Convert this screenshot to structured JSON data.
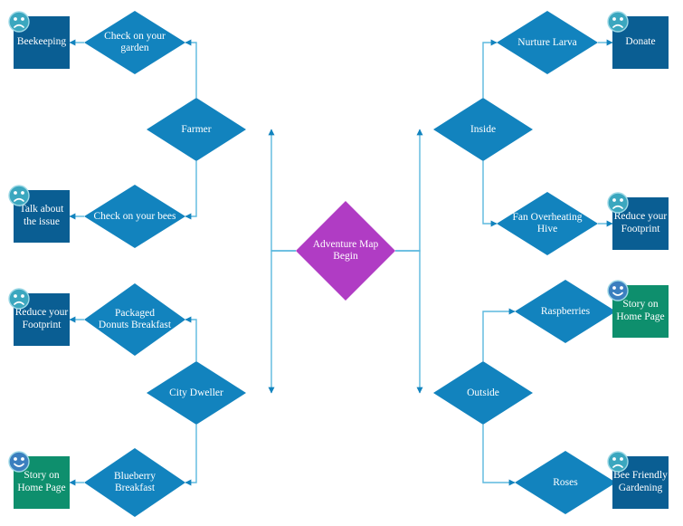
{
  "diagram": {
    "title": "Adventure Map Begin",
    "type": "flowchart",
    "colors": {
      "start_node": "#B03CC4",
      "decision_node": "#1283BE",
      "terminal_negative": "#0A5E93",
      "terminal_positive": "#0E8F6D",
      "connector": "#5BB8DE",
      "node_text": "#FFFFFF",
      "face_icon": "#3BA7BF",
      "background": "#FFFFFF"
    },
    "icons": {
      "negative": "sad-face-icon",
      "positive": "happy-face-icon"
    }
  },
  "nodes": {
    "start": {
      "id": "start",
      "label": "Adventure Map Begin",
      "shape": "diamond",
      "color": "#B03CC4"
    },
    "farmer": {
      "id": "farmer",
      "label": "Farmer",
      "shape": "diamond",
      "color": "#1283BE"
    },
    "city_dweller": {
      "id": "city_dweller",
      "label": "City Dweller",
      "shape": "diamond",
      "color": "#1283BE"
    },
    "inside": {
      "id": "inside",
      "label": "Inside",
      "shape": "diamond",
      "color": "#1283BE"
    },
    "outside": {
      "id": "outside",
      "label": "Outside",
      "shape": "diamond",
      "color": "#1283BE"
    },
    "check_garden": {
      "id": "check_garden",
      "label": "Check on your garden",
      "shape": "diamond",
      "color": "#1283BE"
    },
    "check_bees": {
      "id": "check_bees",
      "label": "Check on your bees",
      "shape": "diamond",
      "color": "#1283BE"
    },
    "donuts": {
      "id": "donuts",
      "label": "Packaged\nDonuts Breakfast",
      "shape": "diamond",
      "color": "#1283BE"
    },
    "blueberry": {
      "id": "blueberry",
      "label": "Blueberry\nBreakfast",
      "shape": "diamond",
      "color": "#1283BE"
    },
    "nurture": {
      "id": "nurture",
      "label": "Nurture Larva",
      "shape": "diamond",
      "color": "#1283BE"
    },
    "fan_hive": {
      "id": "fan_hive",
      "label": "Fan Overheating Hive",
      "shape": "diamond",
      "color": "#1283BE"
    },
    "raspberries": {
      "id": "raspberries",
      "label": "Raspberries",
      "shape": "diamond",
      "color": "#1283BE"
    },
    "roses": {
      "id": "roses",
      "label": "Roses",
      "shape": "diamond",
      "color": "#1283BE"
    },
    "beekeeping": {
      "id": "beekeeping",
      "label": "Beekeeping",
      "shape": "rect",
      "variant": "blue",
      "icon": "sad-face-icon"
    },
    "talk_issue": {
      "id": "talk_issue",
      "label": "Talk about\nthe issue",
      "shape": "rect",
      "variant": "blue",
      "icon": "sad-face-icon"
    },
    "reduce_left": {
      "id": "reduce_left",
      "label": "Reduce your\nFootprint",
      "shape": "rect",
      "variant": "blue",
      "icon": "sad-face-icon"
    },
    "story_left": {
      "id": "story_left",
      "label": "Story on\nHome Page",
      "shape": "rect",
      "variant": "green",
      "icon": "happy-face-icon"
    },
    "donate": {
      "id": "donate",
      "label": "Donate",
      "shape": "rect",
      "variant": "blue",
      "icon": "sad-face-icon"
    },
    "reduce_right": {
      "id": "reduce_right",
      "label": "Reduce your\nFootprint",
      "shape": "rect",
      "variant": "blue",
      "icon": "sad-face-icon"
    },
    "story_right": {
      "id": "story_right",
      "label": "Story on\nHome Page",
      "shape": "rect",
      "variant": "green",
      "icon": "happy-face-icon"
    },
    "bee_gardening": {
      "id": "bee_gardening",
      "label": "Bee Friendly\nGardening",
      "shape": "rect",
      "variant": "blue",
      "icon": "sad-face-icon"
    }
  },
  "edges": [
    {
      "from": "start",
      "to": "farmer"
    },
    {
      "from": "start",
      "to": "city_dweller"
    },
    {
      "from": "start",
      "to": "inside"
    },
    {
      "from": "start",
      "to": "outside"
    },
    {
      "from": "farmer",
      "to": "check_garden"
    },
    {
      "from": "farmer",
      "to": "check_bees"
    },
    {
      "from": "city_dweller",
      "to": "donuts"
    },
    {
      "from": "city_dweller",
      "to": "blueberry"
    },
    {
      "from": "inside",
      "to": "nurture"
    },
    {
      "from": "inside",
      "to": "fan_hive"
    },
    {
      "from": "outside",
      "to": "raspberries"
    },
    {
      "from": "outside",
      "to": "roses"
    },
    {
      "from": "check_garden",
      "to": "beekeeping"
    },
    {
      "from": "check_bees",
      "to": "talk_issue"
    },
    {
      "from": "donuts",
      "to": "reduce_left"
    },
    {
      "from": "blueberry",
      "to": "story_left"
    },
    {
      "from": "nurture",
      "to": "donate"
    },
    {
      "from": "fan_hive",
      "to": "reduce_right"
    },
    {
      "from": "raspberries",
      "to": "story_right"
    },
    {
      "from": "roses",
      "to": "bee_gardening"
    }
  ]
}
